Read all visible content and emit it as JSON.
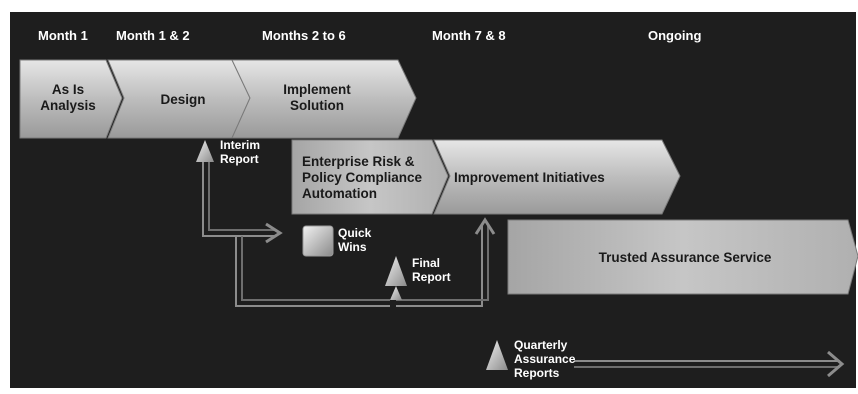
{
  "timeline": {
    "months": [
      "Month 1",
      "Month 1 & 2",
      "Months 2 to 6",
      "Month 7 & 8",
      "Ongoing"
    ]
  },
  "phases": {
    "as_is": [
      "As Is",
      "Analysis"
    ],
    "design": "Design",
    "implement": [
      "Implement",
      "Solution"
    ],
    "erpc": [
      "Enterprise Risk  &",
      "Policy Compliance",
      "Automation"
    ],
    "improvement": "Improvement Initiatives",
    "trusted": "Trusted Assurance Service"
  },
  "milestones": {
    "interim": [
      "Interim",
      "Report"
    ],
    "quick_wins": [
      "Quick",
      "Wins"
    ],
    "final": [
      "Final",
      "Report"
    ],
    "quarterly": [
      "Quarterly",
      "Assurance",
      "Reports"
    ]
  },
  "colors": {
    "background": "#1e1e1e",
    "shape_fill": "#bcbcbc",
    "connector": "#8c8c8c"
  }
}
